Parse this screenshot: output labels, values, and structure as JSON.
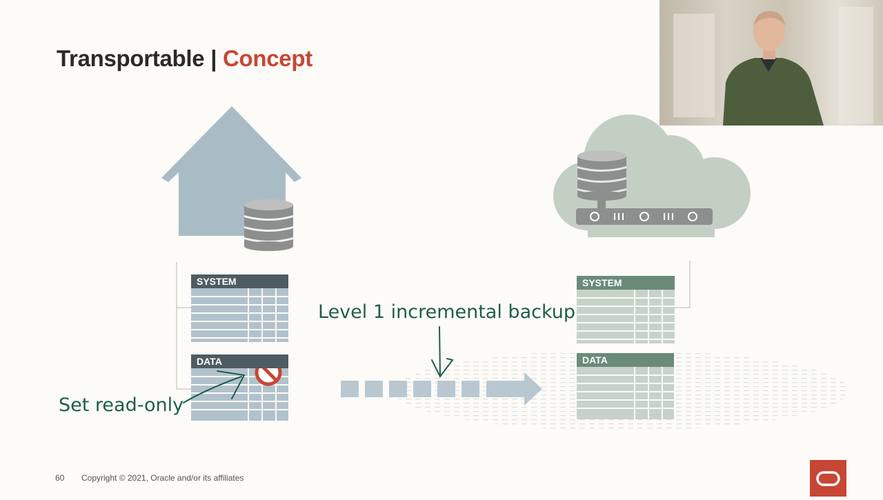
{
  "slide": {
    "title_main": "Transportable | ",
    "title_accent": "Concept",
    "page_number": "60",
    "copyright": "Copyright © 2021, Oracle and/or its affiliates"
  },
  "diagram": {
    "source_system_label": "SYSTEM",
    "source_data_label": "DATA",
    "target_system_label": "SYSTEM",
    "target_data_label": "DATA",
    "annotation_backup": "Level 1 incremental backup",
    "annotation_readonly": "Set read-only"
  },
  "icons": {
    "house": "house-icon",
    "cloud": "cloud-icon",
    "database": "database-icon",
    "no_entry": "no-entry-icon",
    "logo": "oracle-logo-icon"
  },
  "colors": {
    "accent": "#c74634",
    "source_table_header": "#4f5b63",
    "target_table_header": "#6a8b78",
    "annotation_ink": "#1f5e4a"
  }
}
